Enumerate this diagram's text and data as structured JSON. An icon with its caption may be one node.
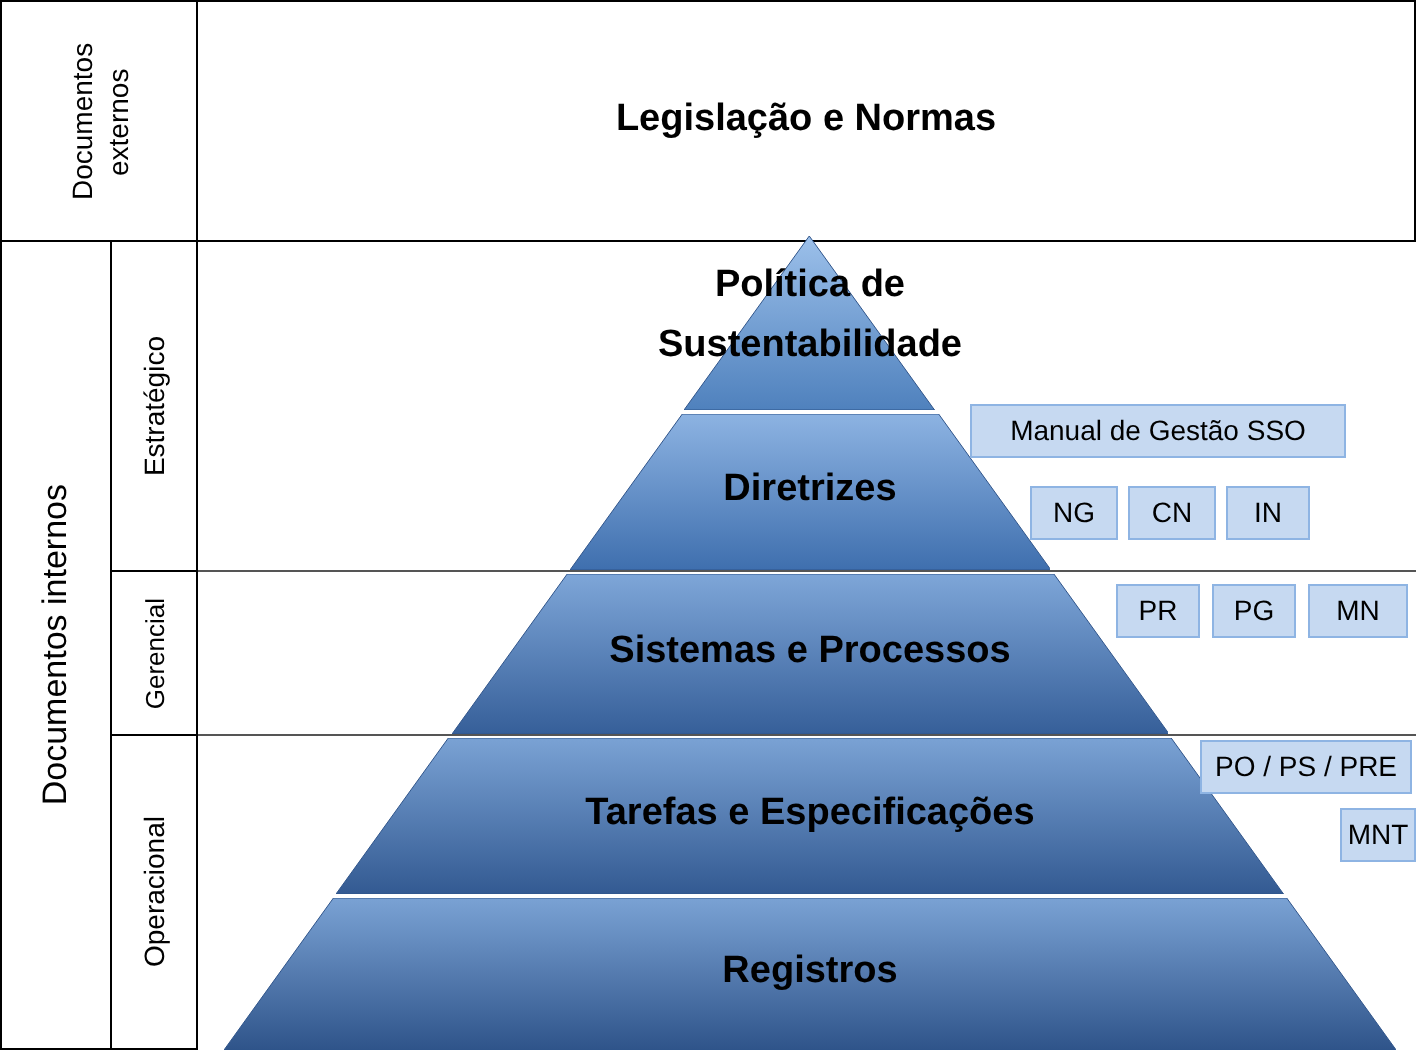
{
  "diagram": {
    "nodes": [
      {
        "text": [
          "Documentos externos"
        ]
      },
      {
        "text": [
          "Legislação e Normas"
        ]
      },
      {
        "text": [
          "Documentos internos"
        ]
      },
      {
        "text": [
          "Estratégico"
        ]
      },
      {
        "text": [
          "Gerencial"
        ]
      },
      {
        "text": [
          "Operacional"
        ]
      },
      {
        "text": [
          "Política de Sustentabilidade"
        ]
      },
      {
        "text": [
          "Diretrizes"
        ]
      },
      {
        "text": [
          "Sistemas e Processos"
        ]
      },
      {
        "text": [
          "Tarefas e Especificações"
        ]
      },
      {
        "text": [
          "Registros"
        ]
      },
      {
        "text": [
          "Manual de Gestão SSO"
        ]
      },
      {
        "text": [
          "NG"
        ]
      },
      {
        "text": [
          "CN"
        ]
      },
      {
        "text": [
          "IN"
        ]
      },
      {
        "text": [
          "PR"
        ]
      },
      {
        "text": [
          "PG"
        ]
      },
      {
        "text": [
          "MN"
        ]
      },
      {
        "text": [
          "PO / PS / PRE"
        ]
      },
      {
        "text": [
          "MNT"
        ]
      }
    ]
  }
}
